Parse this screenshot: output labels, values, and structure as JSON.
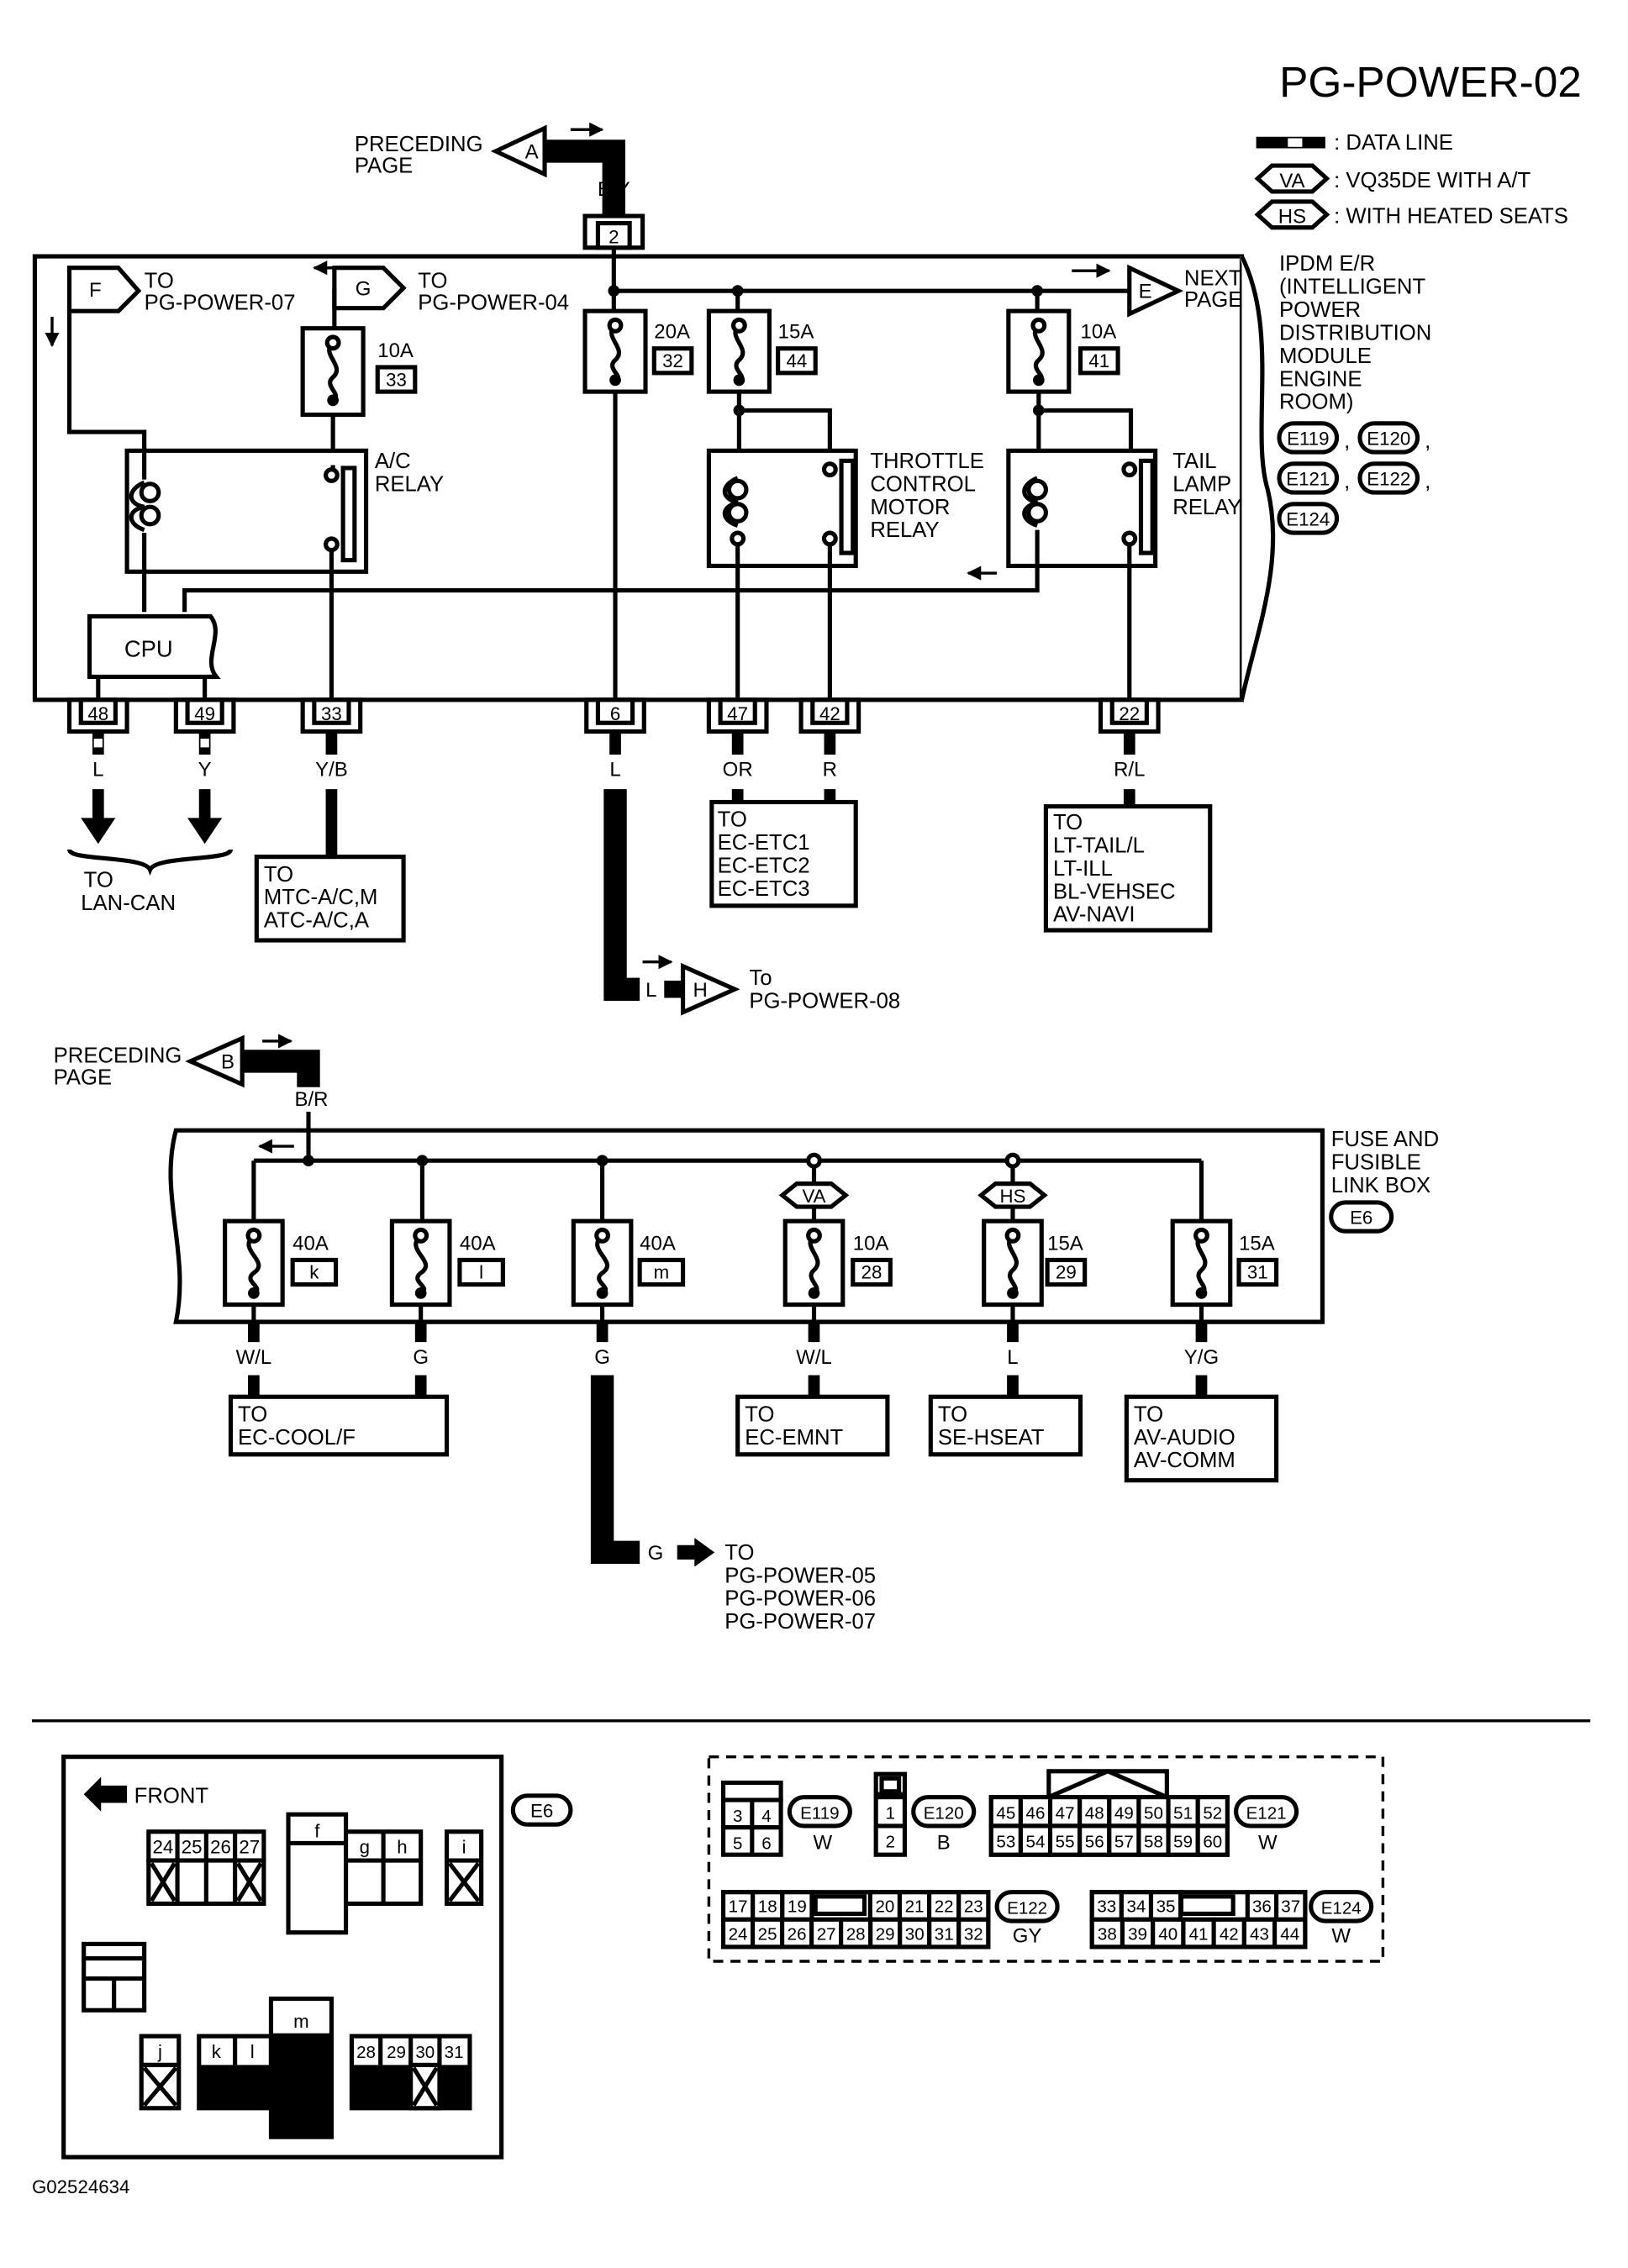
{
  "page_title": "PG-POWER-02",
  "figure_id": "G02524634",
  "legend": {
    "data_line": ": DATA LINE",
    "va_symbol": "VA",
    "va_text": ": VQ35DE WITH A/T",
    "hs_symbol": "HS",
    "hs_text": ": WITH HEATED SEATS"
  },
  "upper": {
    "preceding_page_line1": "PRECEDING",
    "preceding_page_line2": "PAGE",
    "connector_a": "A",
    "input_wire": "B/Y",
    "input_terminal": "2",
    "next_page_line1": "NEXT",
    "next_page_line2": "PAGE",
    "connector_e": "E",
    "connector_f": "F",
    "to_f_line1": "TO",
    "to_f_line2": "PG-POWER-07",
    "connector_g": "G",
    "to_g_line1": "TO",
    "to_g_line2": "PG-POWER-04",
    "module_lines": [
      "IPDM E/R",
      "(INTELLIGENT",
      "POWER",
      "DISTRIBUTION",
      "MODULE",
      "ENGINE",
      "ROOM)"
    ],
    "module_connectors": [
      "E119",
      "E120",
      "E121",
      "E122",
      "E124"
    ],
    "comma": ",",
    "fuses": [
      {
        "amp": "10A",
        "num": "33"
      },
      {
        "amp": "20A",
        "num": "32"
      },
      {
        "amp": "15A",
        "num": "44"
      },
      {
        "amp": "10A",
        "num": "41"
      }
    ],
    "relays": {
      "ac_line1": "A/C",
      "ac_line2": "RELAY",
      "throttle_line1": "THROTTLE",
      "throttle_line2": "CONTROL",
      "throttle_line3": "MOTOR",
      "throttle_line4": "RELAY",
      "tail_line1": "TAIL",
      "tail_line2": "LAMP",
      "tail_line3": "RELAY"
    },
    "cpu": "CPU",
    "terminals": [
      {
        "num": "48",
        "wire": "L"
      },
      {
        "num": "49",
        "wire": "Y"
      },
      {
        "num": "33",
        "wire": "Y/B"
      },
      {
        "num": "6",
        "wire": "L"
      },
      {
        "num": "47",
        "wire": "OR"
      },
      {
        "num": "42",
        "wire": "R"
      },
      {
        "num": "22",
        "wire": "R/L"
      }
    ],
    "to_lan_line1": "TO",
    "to_lan_line2": "LAN-CAN",
    "to_mtc": [
      "TO",
      "MTC-A/C,M",
      "ATC-A/C,A"
    ],
    "to_ec_etc": [
      "TO",
      "EC-ETC1",
      "EC-ETC2",
      "EC-ETC3"
    ],
    "to_lt": [
      "TO",
      "LT-TAIL/L",
      "LT-ILL",
      "BL-VEHSEC",
      "AV-NAVI"
    ],
    "wire_h": "L",
    "connector_h": "H",
    "to_h_line1": "To",
    "to_h_line2": "PG-POWER-08"
  },
  "lower": {
    "preceding_page_line1": "PRECEDING",
    "preceding_page_line2": "PAGE",
    "connector_b": "B",
    "input_wire": "B/R",
    "box_lines": [
      "FUSE AND",
      "FUSIBLE",
      "LINK BOX"
    ],
    "box_connector": "E6",
    "fuses": [
      {
        "amp": "40A",
        "id": "k",
        "wire": "W/L"
      },
      {
        "amp": "40A",
        "id": "l",
        "wire": "G"
      },
      {
        "amp": "40A",
        "id": "m",
        "wire": "G"
      },
      {
        "amp": "10A",
        "id": "28",
        "wire": "W/L",
        "cond": "VA"
      },
      {
        "amp": "15A",
        "id": "29",
        "wire": "L",
        "cond": "HS"
      },
      {
        "amp": "15A",
        "id": "31",
        "wire": "Y/G"
      }
    ],
    "to_cool": [
      "TO",
      "EC-COOL/F"
    ],
    "to_emnt": [
      "TO",
      "EC-EMNT"
    ],
    "to_hseat": [
      "TO",
      "SE-HSEAT"
    ],
    "to_audio": [
      "TO",
      "AV-AUDIO",
      "AV-COMM"
    ],
    "g_wire": "G",
    "to_pg": [
      "TO",
      "PG-POWER-05",
      "PG-POWER-06",
      "PG-POWER-07"
    ]
  },
  "connector_views": {
    "front": "FRONT",
    "e6": "E6",
    "e6_top_cells": [
      "24",
      "25",
      "26",
      "27"
    ],
    "e6_fgh": [
      "f",
      "g",
      "h",
      "i"
    ],
    "e6_bottom_ids": [
      "j",
      "k",
      "l",
      "m"
    ],
    "e6_bottom_cells": [
      "28",
      "29",
      "30",
      "31"
    ],
    "e119": {
      "label": "E119",
      "color": "W",
      "pins": [
        "3",
        "4",
        "5",
        "6"
      ]
    },
    "e120": {
      "label": "E120",
      "color": "B",
      "pins": [
        "1",
        "2"
      ]
    },
    "e121": {
      "label": "E121",
      "color": "W",
      "row1": [
        "45",
        "46",
        "47",
        "48",
        "49",
        "50",
        "51",
        "52"
      ],
      "row2": [
        "53",
        "54",
        "55",
        "56",
        "57",
        "58",
        "59",
        "60"
      ]
    },
    "e122": {
      "label": "E122",
      "color": "GY",
      "row1a": [
        "17",
        "18",
        "19"
      ],
      "row1b": [
        "20",
        "21",
        "22",
        "23"
      ],
      "row2": [
        "24",
        "25",
        "26",
        "27",
        "28",
        "29",
        "30",
        "31",
        "32"
      ]
    },
    "e124": {
      "label": "E124",
      "color": "W",
      "row1a": [
        "33",
        "34",
        "35"
      ],
      "row1b": [
        "36",
        "37"
      ],
      "row2": [
        "38",
        "39",
        "40",
        "41",
        "42",
        "43",
        "44"
      ]
    }
  }
}
